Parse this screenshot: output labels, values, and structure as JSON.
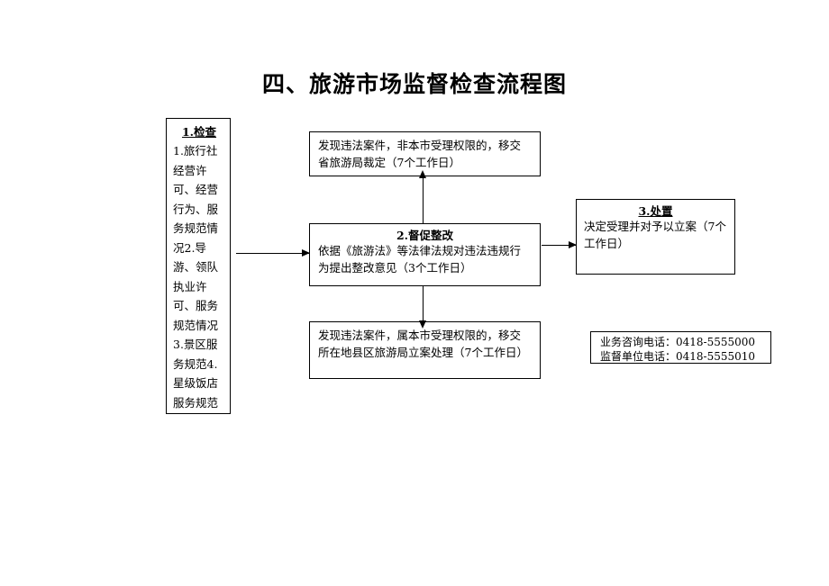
{
  "page": {
    "title": "四、旅游市场监督检查流程图"
  },
  "nodes": {
    "inspection": {
      "heading": "1.检查",
      "body": "1.旅行社经营许可、经营行为、服务规范情况2.导游、领队执业许可、服务规范情况3.景区服务规范4.星级饭店服务规范"
    },
    "transfer_province": {
      "body": "发现违法案件，非本市受理权限的，移交省旅游局裁定（7个工作日）"
    },
    "rectification": {
      "heading": "2.督促整改",
      "body": "依据《旅游法》等法律法规对违法违规行为提出整改意见（3个工作日）"
    },
    "disposal": {
      "heading": "3.处置",
      "body": "决定受理并对予以立案（7个工作日）"
    },
    "transfer_county": {
      "body": "发现违法案件，属本市受理权限的，移交所在地县区旅游局立案处理（7个工作日）"
    },
    "contact": {
      "line1": "业务咨询电话：0418-5555000",
      "line2": "监督单位电话：0418-5555010"
    }
  },
  "colors": {
    "stroke": "#000000",
    "text": "#000000",
    "background": "#ffffff"
  }
}
